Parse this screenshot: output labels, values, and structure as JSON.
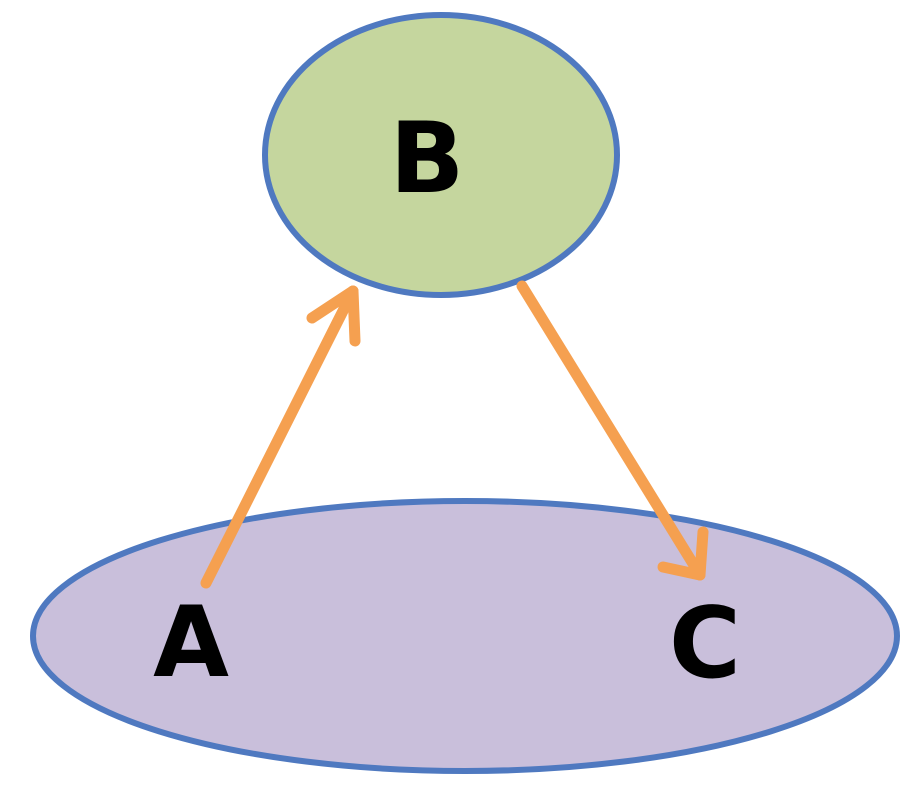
{
  "nodes": {
    "a": {
      "label": "A"
    },
    "b": {
      "label": "B"
    },
    "c": {
      "label": "C"
    }
  },
  "edges": [
    {
      "from": "A",
      "to": "B"
    },
    {
      "from": "B",
      "to": "C"
    }
  ],
  "colors": {
    "node_b_fill": "#c5d69e",
    "node_ac_fill": "#c9bfdb",
    "outline": "#4f79c0",
    "arrow": "#f5a050",
    "text": "#000000"
  }
}
